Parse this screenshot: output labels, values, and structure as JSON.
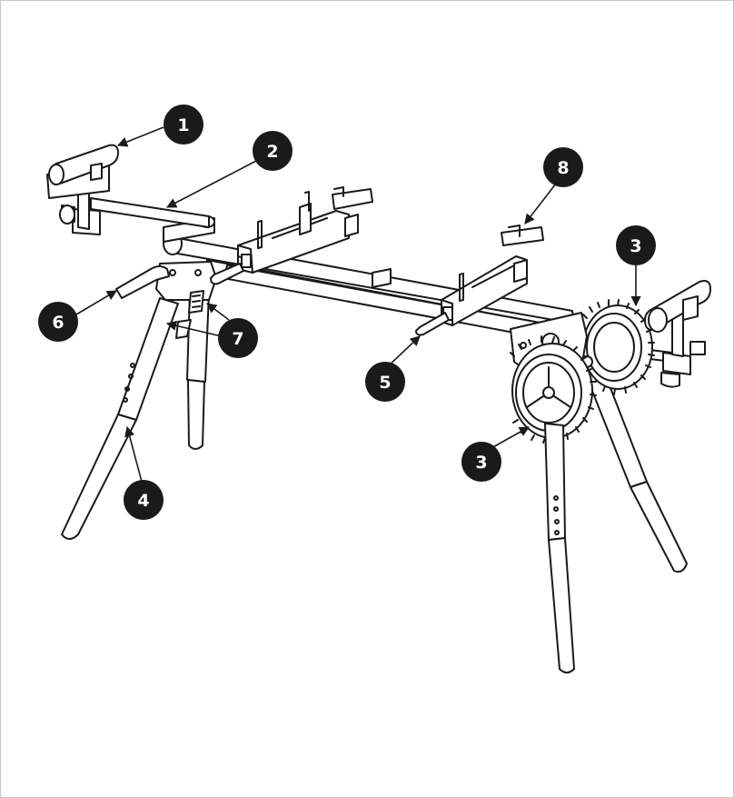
{
  "callouts": [
    {
      "id": "callout-1",
      "label": "1",
      "part": "end-roller-support"
    },
    {
      "id": "callout-2",
      "label": "2",
      "part": "extension-rail"
    },
    {
      "id": "callout-3a",
      "label": "3",
      "part": "wheel"
    },
    {
      "id": "callout-3b",
      "label": "3",
      "part": "wheel"
    },
    {
      "id": "callout-4",
      "label": "4",
      "part": "leg"
    },
    {
      "id": "callout-5",
      "label": "5",
      "part": "quick-release-lever"
    },
    {
      "id": "callout-6",
      "label": "6",
      "part": "carry-handle"
    },
    {
      "id": "callout-7",
      "label": "7",
      "part": "leg-lock-lever"
    },
    {
      "id": "callout-8",
      "label": "8",
      "part": "mounting-bracket"
    }
  ],
  "colors": {
    "outline": "#1a1a1a",
    "callout_fill": "#1a1a1a",
    "callout_text": "#ffffff",
    "frame_border": "#c8c8c8"
  }
}
